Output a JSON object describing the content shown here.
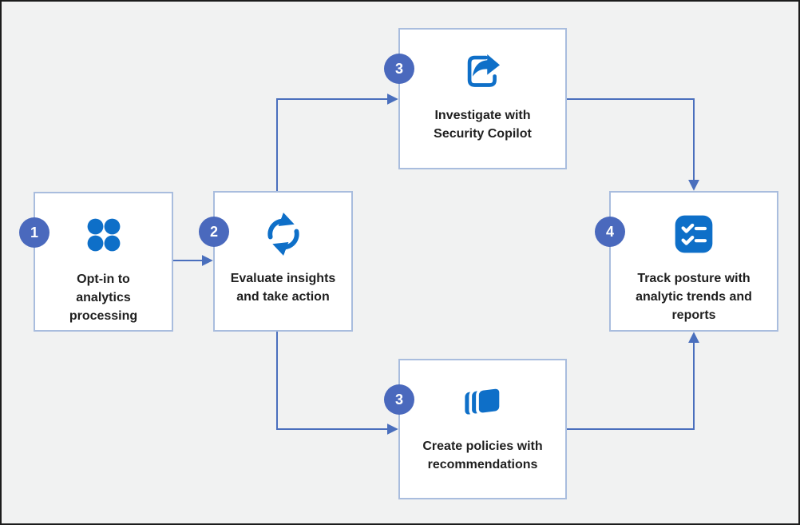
{
  "colors": {
    "canvas_bg": "#f1f2f2",
    "frame_border": "#1c1c1c",
    "box_border": "#a9bdde",
    "badge_blue": "#4a69bd",
    "icon_blue": "#0e6fc8",
    "connector_blue": "#4a6fbd",
    "text_color": "#1f1f1f"
  },
  "steps": [
    {
      "badge": "1",
      "icon": "dots-grid-icon",
      "label": "Opt-in to analytics processing"
    },
    {
      "badge": "2",
      "icon": "sync-icon",
      "label": "Evaluate insights and take action"
    },
    {
      "badge": "3",
      "icon": "share-icon",
      "label": "Investigate with Security Copilot"
    },
    {
      "badge": "3",
      "icon": "layers-icon",
      "label": "Create policies with recommendations"
    },
    {
      "badge": "4",
      "icon": "checklist-icon",
      "label": "Track posture with analytic trends and reports"
    }
  ],
  "connections": [
    {
      "from": "Opt-in to analytics processing",
      "to": "Evaluate insights and take action"
    },
    {
      "from": "Evaluate insights and take action",
      "to": "Investigate with Security Copilot"
    },
    {
      "from": "Evaluate insights and take action",
      "to": "Create policies with recommendations"
    },
    {
      "from": "Investigate with Security Copilot",
      "to": "Track posture with analytic trends and reports"
    },
    {
      "from": "Create policies with recommendations",
      "to": "Track posture with analytic trends and reports"
    }
  ]
}
